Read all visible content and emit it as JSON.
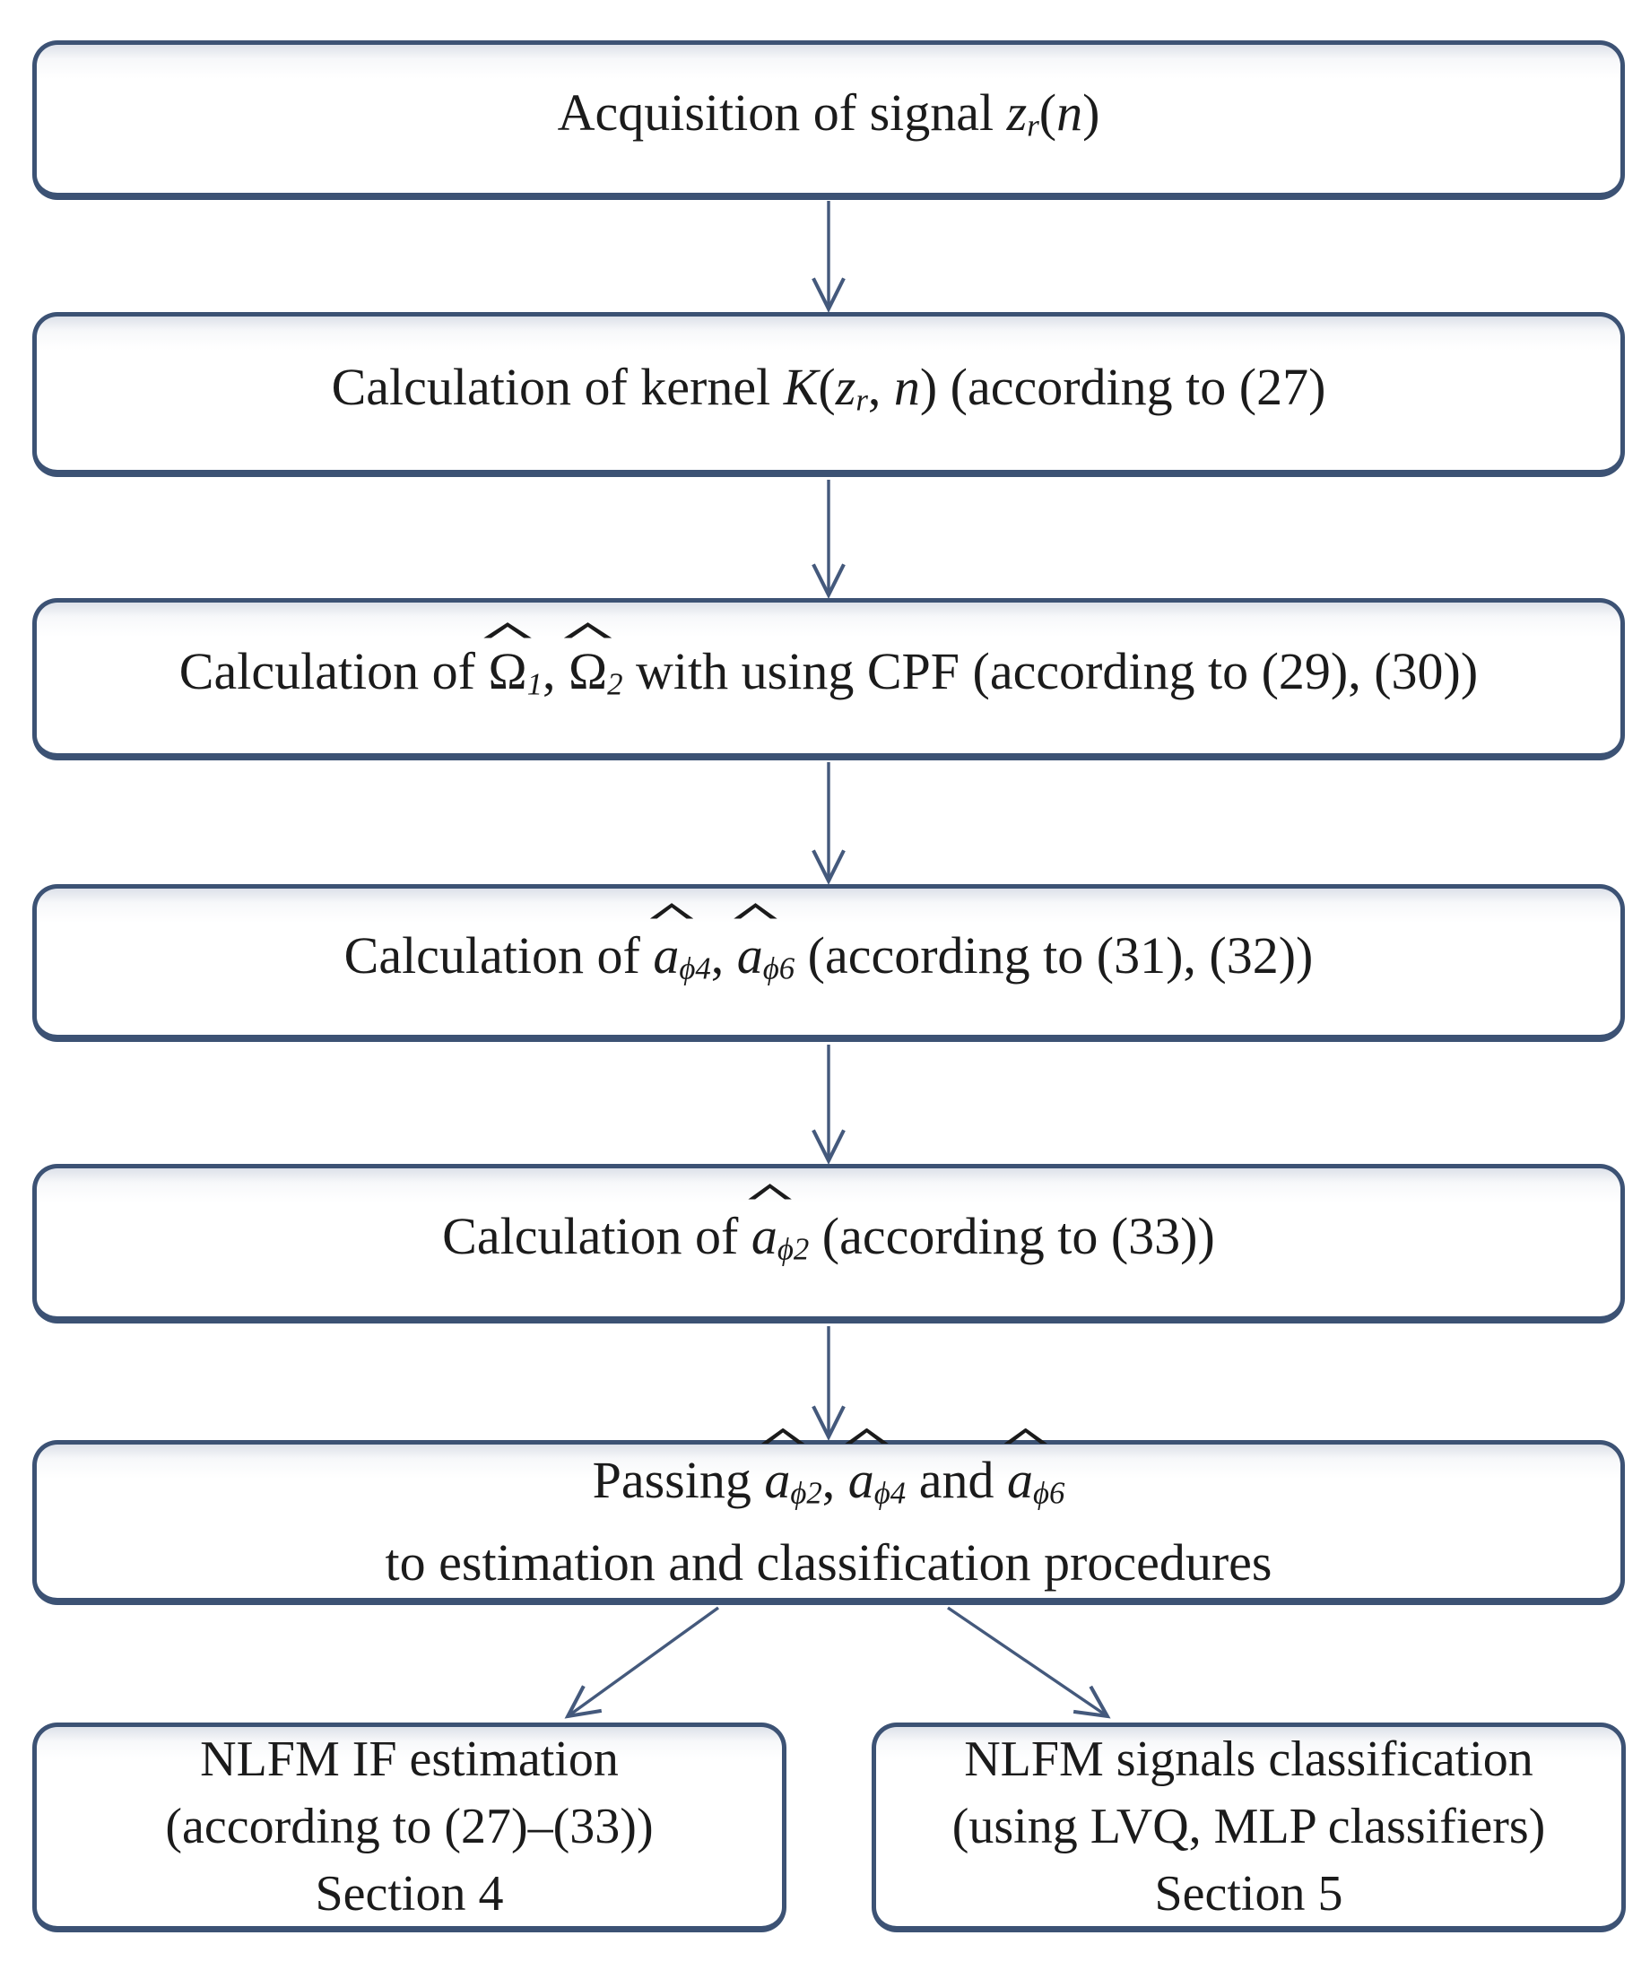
{
  "colors": {
    "boxBorder": "#3c5274",
    "arrow": "#44597c",
    "text": "#1b1b1b",
    "topTint": "#dde1e9"
  },
  "flow": {
    "acquisition": {
      "runs": [
        {
          "t": "Acquisition of signal "
        },
        {
          "v": "z"
        },
        {
          "s": "r"
        },
        {
          "t": "("
        },
        {
          "v": "n"
        },
        {
          "t": ")"
        }
      ]
    },
    "kernel": {
      "runs": [
        {
          "t": "Calculation of kernel "
        },
        {
          "v": "K"
        },
        {
          "t": "("
        },
        {
          "v": "z"
        },
        {
          "s": "r"
        },
        {
          "t": ", "
        },
        {
          "v": "n"
        },
        {
          "t": ") (according to (27)"
        }
      ]
    },
    "omega": {
      "runs": [
        {
          "t": "Calculation of "
        },
        {
          "H": "Ω"
        },
        {
          "s": "1"
        },
        {
          "t": ", "
        },
        {
          "H": "Ω"
        },
        {
          "s": "2"
        },
        {
          "t": " with using CPF (according to (29), (30))"
        }
      ]
    },
    "a46": {
      "runs": [
        {
          "t": "Calculation of "
        },
        {
          "h": "a"
        },
        {
          "s": "ϕ4"
        },
        {
          "t": ", "
        },
        {
          "h": "a"
        },
        {
          "s": "ϕ6"
        },
        {
          "t": " (according to (31), (32))"
        }
      ]
    },
    "a2": {
      "runs": [
        {
          "t": "Calculation of "
        },
        {
          "h": "a"
        },
        {
          "s": "ϕ2"
        },
        {
          "t": " (according to (33))"
        }
      ]
    },
    "passing": {
      "line1_runs": [
        {
          "t": "Passing "
        },
        {
          "h": "a"
        },
        {
          "s": "ϕ2"
        },
        {
          "t": ", "
        },
        {
          "h": "a"
        },
        {
          "s": "ϕ4"
        },
        {
          "t": " and "
        },
        {
          "h": "a"
        },
        {
          "s": "ϕ6"
        }
      ],
      "line2": "to estimation and classification procedures"
    },
    "estimation": {
      "line1": "NLFM IF estimation",
      "line2": "(according to (27)–(33))",
      "line3": "Section 4"
    },
    "classification": {
      "line1": "NLFM signals classification",
      "line2": "(using LVQ, MLP classifiers)",
      "line3": "Section 5"
    }
  }
}
